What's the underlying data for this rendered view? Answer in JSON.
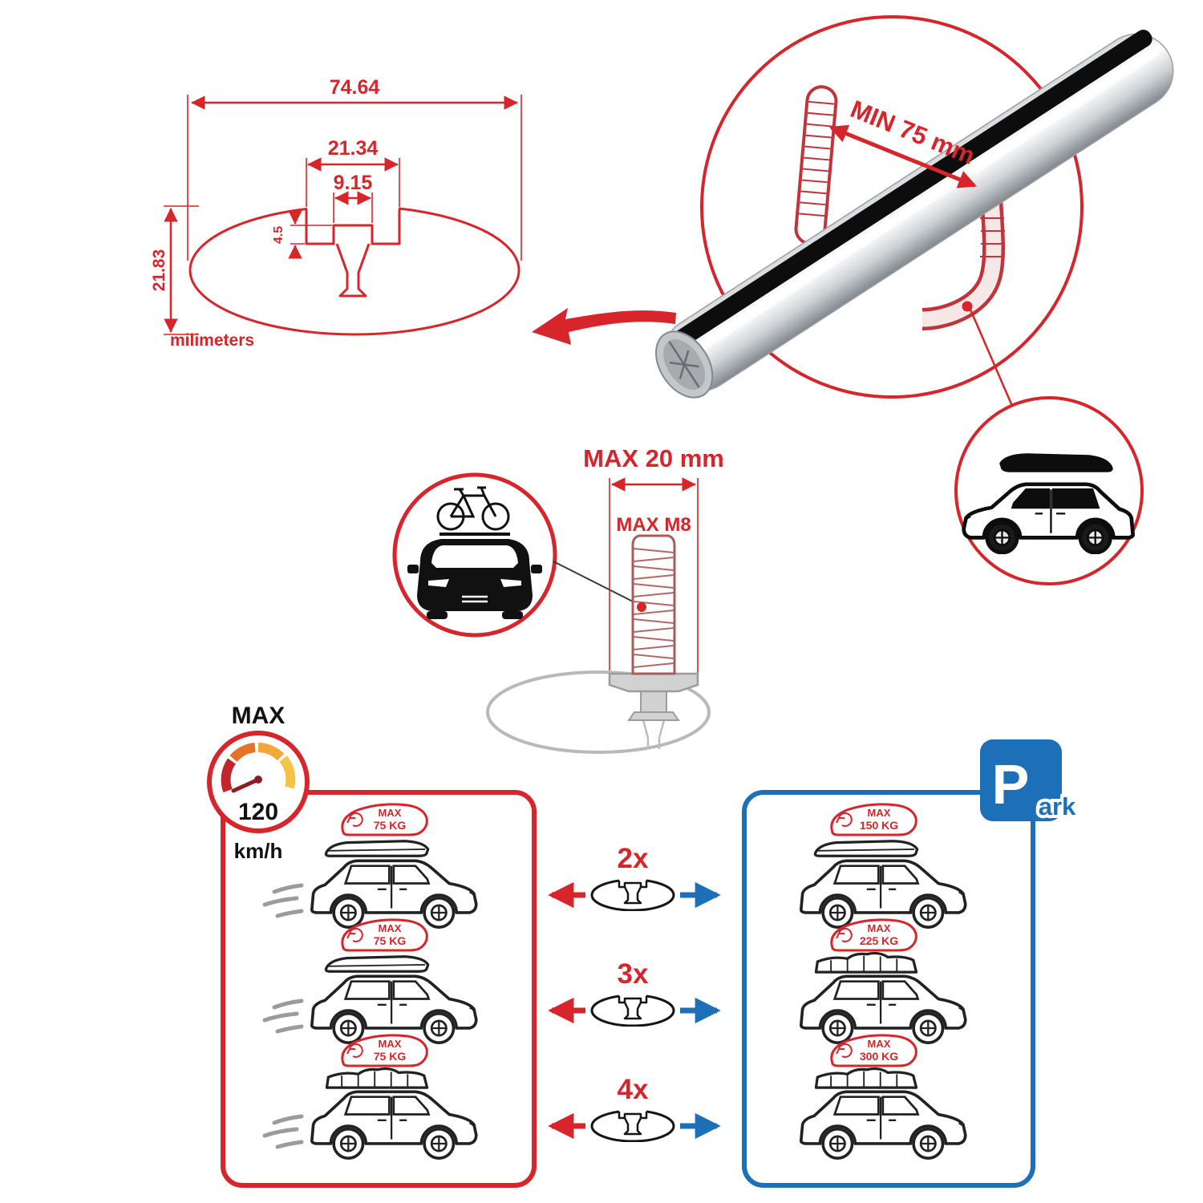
{
  "cross_section": {
    "total_width": "74.64",
    "slot_outer_width": "21.34",
    "slot_inner_width": "9.15",
    "lip_height": "4.5",
    "profile_height": "21.83",
    "units_label": "milimeters"
  },
  "bar_callout": {
    "min_clamp_span": "MIN 75 mm"
  },
  "bolt_callout": {
    "max_width_label": "MAX 20 mm",
    "max_thread_label": "MAX M8"
  },
  "speed_limit": {
    "title": "MAX",
    "value": "120",
    "units": "km/h"
  },
  "driving_box": {
    "cars": [
      {
        "load_title": "MAX",
        "load_value": "75 KG"
      },
      {
        "load_title": "MAX",
        "load_value": "75 KG"
      },
      {
        "load_title": "MAX",
        "load_value": "75 KG"
      }
    ]
  },
  "multipliers": [
    {
      "label": "2x"
    },
    {
      "label": "3x"
    },
    {
      "label": "4x"
    }
  ],
  "parked_box": {
    "sign_p": "P",
    "sign_suffix": "ark",
    "cars": [
      {
        "load_title": "MAX",
        "load_value": "150 KG"
      },
      {
        "load_title": "MAX",
        "load_value": "225 KG"
      },
      {
        "load_title": "MAX",
        "load_value": "300 KG"
      }
    ]
  },
  "colors": {
    "red": "#d6252b",
    "blue": "#1d70b7",
    "gray": "#b5b5b5"
  }
}
